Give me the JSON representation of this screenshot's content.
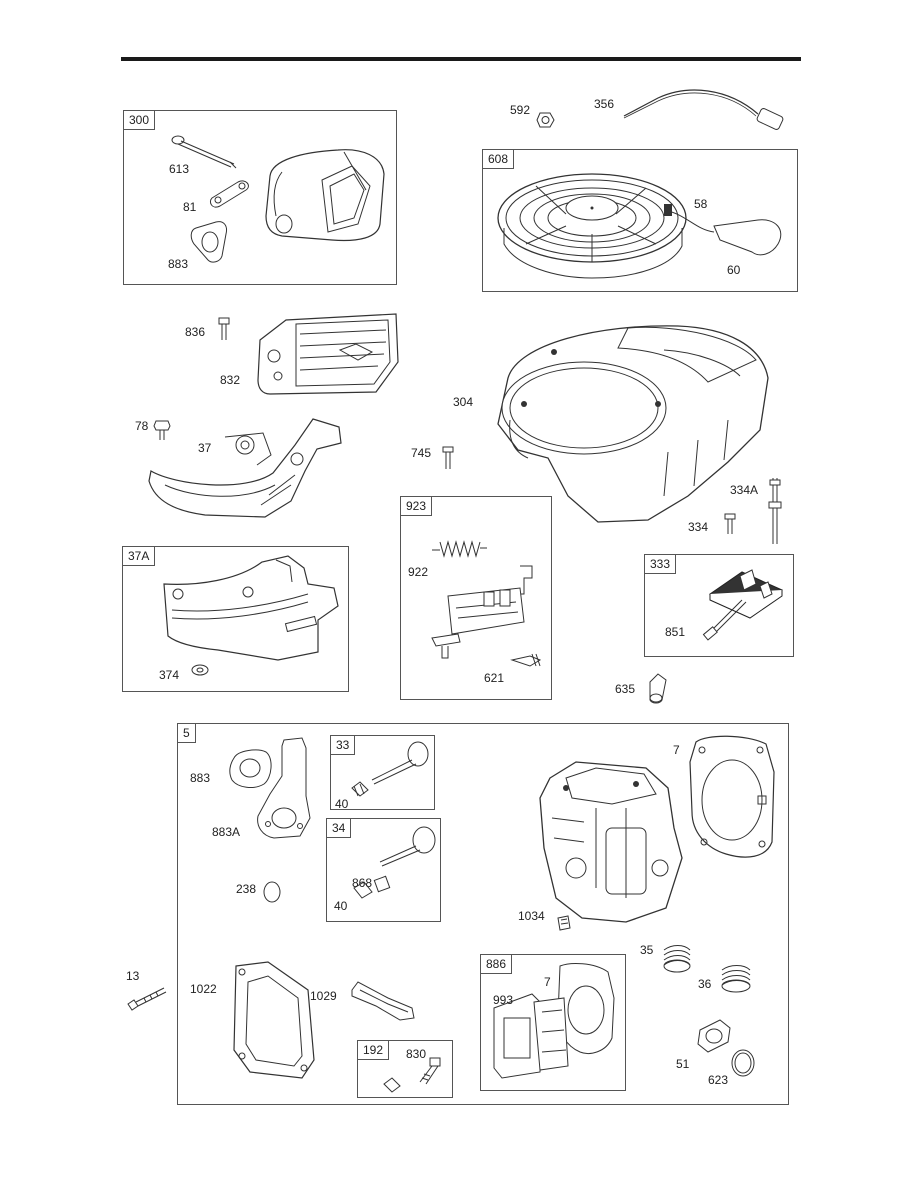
{
  "groups": {
    "g300": "300",
    "g608": "608",
    "g923": "923",
    "g37A": "37A",
    "g333": "333",
    "g5": "5",
    "g33": "33",
    "g34": "34",
    "g886": "886",
    "g192": "192"
  },
  "parts": {
    "p592": "592",
    "p356": "356",
    "p613": "613",
    "p81": "81",
    "p883a": "883",
    "p58": "58",
    "p60": "60",
    "p836": "836",
    "p832": "832",
    "p304": "304",
    "p78": "78",
    "p37": "37",
    "p745": "745",
    "p334A": "334A",
    "p334": "334",
    "p922": "922",
    "p621": "621",
    "p374": "374",
    "p851": "851",
    "p635": "635",
    "p883b": "883",
    "p883A": "883A",
    "p238": "238",
    "p40a": "40",
    "p868": "868",
    "p40b": "40",
    "p7a": "7",
    "p1034": "1034",
    "p35": "35",
    "p36": "36",
    "p13": "13",
    "p1022": "1022",
    "p1029": "1029",
    "p7b": "7",
    "p993": "993",
    "p830": "830",
    "p51": "51",
    "p623": "623"
  }
}
